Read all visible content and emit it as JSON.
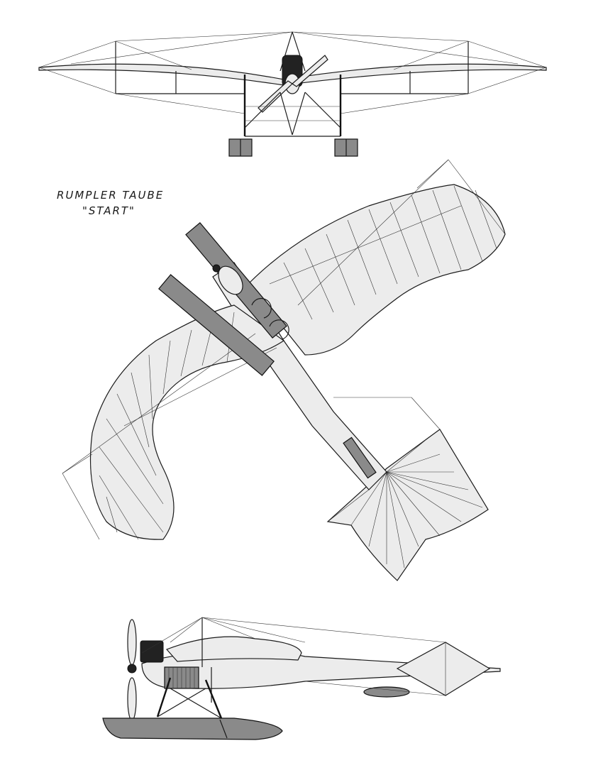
{
  "title": {
    "line1": "RUMPLER TAUBE",
    "line2": "\"START\""
  },
  "views": [
    {
      "name": "front-view"
    },
    {
      "name": "top-view"
    },
    {
      "name": "side-view"
    }
  ],
  "colors": {
    "ink": "#1a1a1a",
    "wing_fill": "#ececec",
    "surface_fill": "#8a8a8a",
    "background": "#ffffff"
  }
}
